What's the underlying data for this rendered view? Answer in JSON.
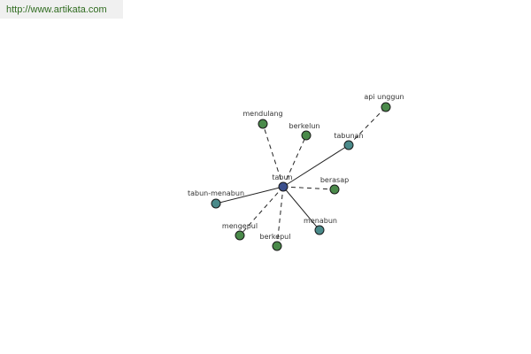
{
  "site": {
    "url_text": "http://www.artikata.com"
  },
  "graph": {
    "center": {
      "label": "tabun",
      "color": "#3b4f8c"
    },
    "nodes": [
      {
        "id": "mendulang",
        "label": "mendulang",
        "link": "dashed",
        "color": "#4a8a4a"
      },
      {
        "id": "berkelun",
        "label": "berkelun",
        "link": "dashed",
        "color": "#4a8a4a"
      },
      {
        "id": "tabunan",
        "label": "tabunan",
        "link": "solid",
        "color": "#4a8a8a"
      },
      {
        "id": "api-unggun",
        "label": "api unggun",
        "link": "dashed",
        "color": "#4a8a4a",
        "via": "tabunan"
      },
      {
        "id": "berasap",
        "label": "berasap",
        "link": "dashed",
        "color": "#4a8a4a"
      },
      {
        "id": "menabun",
        "label": "menabun",
        "link": "solid",
        "color": "#4a8a8a"
      },
      {
        "id": "berkepul",
        "label": "berkepul",
        "link": "dashed",
        "color": "#4a8a4a"
      },
      {
        "id": "mengepul",
        "label": "mengepul",
        "link": "dashed",
        "color": "#4a8a4a"
      },
      {
        "id": "tabun-menabun",
        "label": "tabun-menabun",
        "link": "solid",
        "color": "#4a8a8a"
      }
    ]
  }
}
